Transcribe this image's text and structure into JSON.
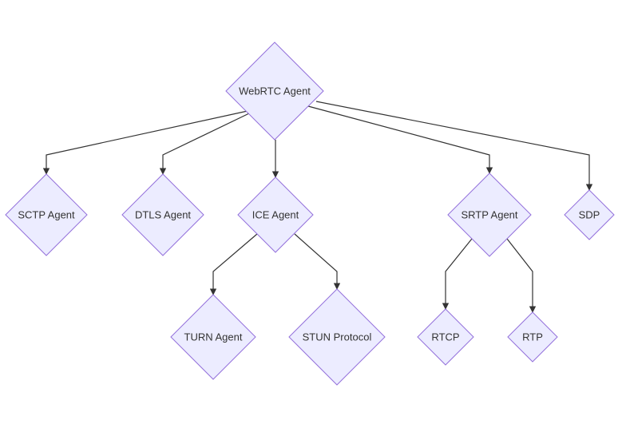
{
  "diagram": {
    "type": "flowchart-tree",
    "colors": {
      "node_fill": "#ececff",
      "node_stroke": "#9370db",
      "edge": "#333333",
      "text": "#333333",
      "background": "#ffffff"
    },
    "nodes": [
      {
        "id": "webrtc",
        "label": "WebRTC Agent",
        "shape": "diamond"
      },
      {
        "id": "sctp",
        "label": "SCTP Agent",
        "shape": "diamond"
      },
      {
        "id": "dtls",
        "label": "DTLS Agent",
        "shape": "diamond"
      },
      {
        "id": "ice",
        "label": "ICE Agent",
        "shape": "diamond"
      },
      {
        "id": "srtp",
        "label": "SRTP Agent",
        "shape": "diamond"
      },
      {
        "id": "sdp",
        "label": "SDP",
        "shape": "diamond"
      },
      {
        "id": "turn",
        "label": "TURN Agent",
        "shape": "diamond"
      },
      {
        "id": "stun",
        "label": "STUN Protocol",
        "shape": "diamond"
      },
      {
        "id": "rtcp",
        "label": "RTCP",
        "shape": "diamond"
      },
      {
        "id": "rtp",
        "label": "RTP",
        "shape": "diamond"
      }
    ],
    "edges": [
      {
        "from": "webrtc",
        "to": "sctp"
      },
      {
        "from": "webrtc",
        "to": "dtls"
      },
      {
        "from": "webrtc",
        "to": "ice"
      },
      {
        "from": "webrtc",
        "to": "srtp"
      },
      {
        "from": "webrtc",
        "to": "sdp"
      },
      {
        "from": "ice",
        "to": "turn"
      },
      {
        "from": "ice",
        "to": "stun"
      },
      {
        "from": "srtp",
        "to": "rtcp"
      },
      {
        "from": "srtp",
        "to": "rtp"
      }
    ]
  }
}
